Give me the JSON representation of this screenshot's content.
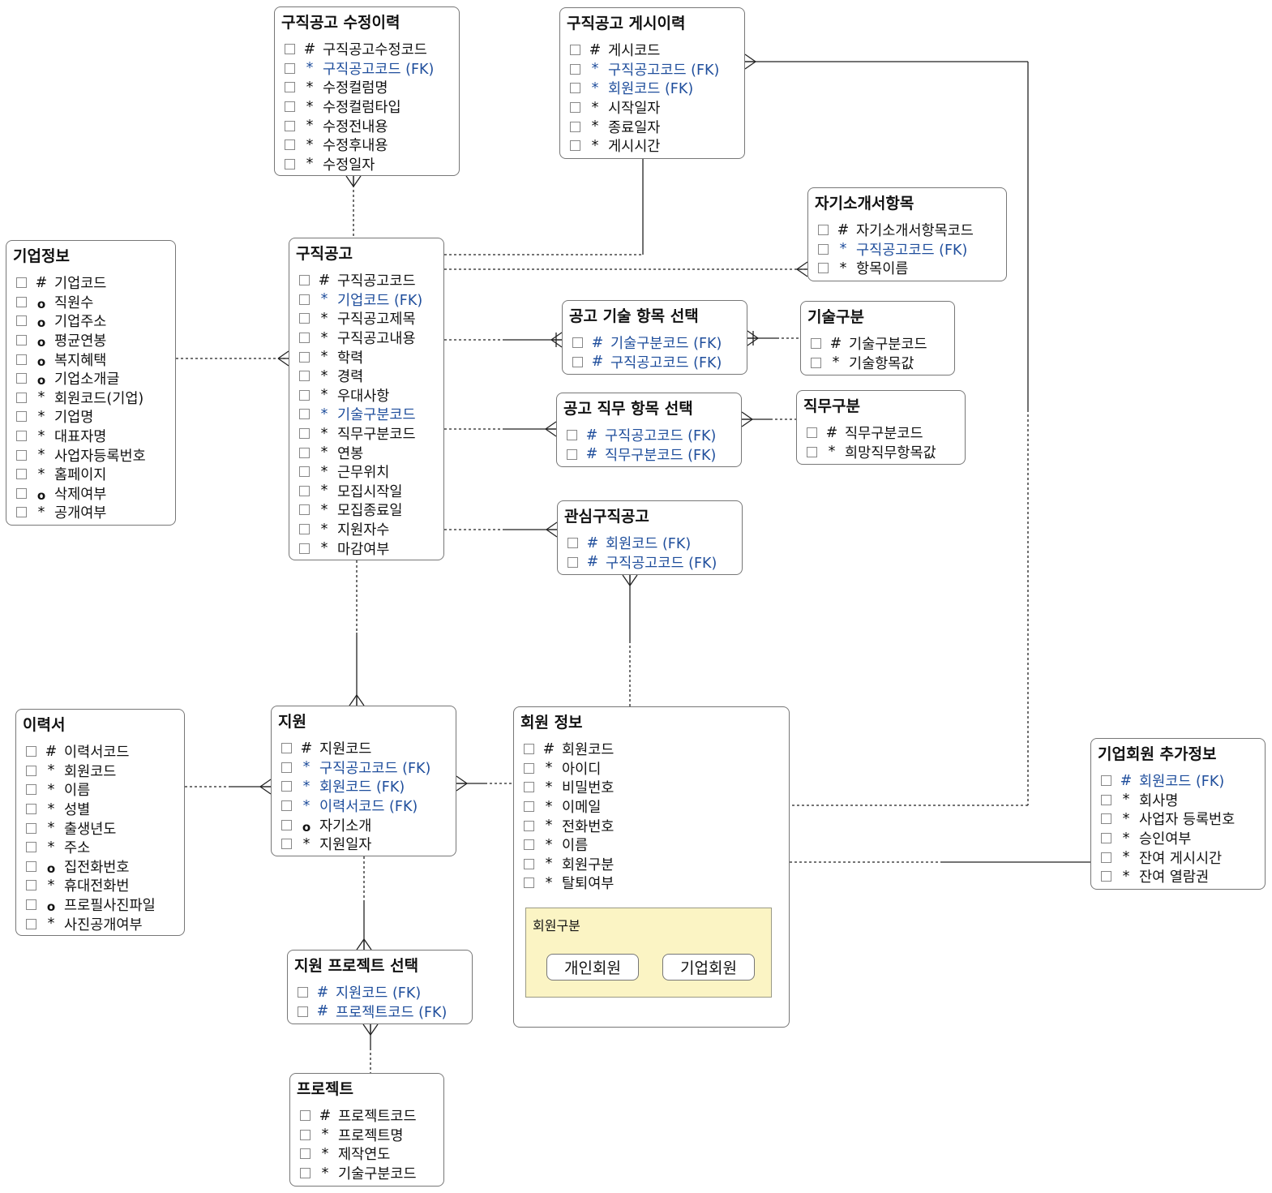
{
  "entities": {
    "modify_history": {
      "title": "구직공고 수정이력",
      "attrs": [
        {
          "mark": "#",
          "name": "구직공고수정코드",
          "fk": false
        },
        {
          "mark": "*",
          "name": "구직공고코드 (FK)",
          "fk": true
        },
        {
          "mark": "*",
          "name": "수정컬럼명",
          "fk": false
        },
        {
          "mark": "*",
          "name": "수정컬럼타입",
          "fk": false
        },
        {
          "mark": "*",
          "name": "수정전내용",
          "fk": false
        },
        {
          "mark": "*",
          "name": "수정후내용",
          "fk": false
        },
        {
          "mark": "*",
          "name": "수정일자",
          "fk": false
        }
      ]
    },
    "post_history": {
      "title": "구직공고 게시이력",
      "attrs": [
        {
          "mark": "#",
          "name": "게시코드",
          "fk": false
        },
        {
          "mark": "*",
          "name": "구직공고코드 (FK)",
          "fk": true
        },
        {
          "mark": "*",
          "name": "회원코드 (FK)",
          "fk": true
        },
        {
          "mark": "*",
          "name": "시작일자",
          "fk": false
        },
        {
          "mark": "*",
          "name": "종료일자",
          "fk": false
        },
        {
          "mark": "*",
          "name": "게시시간",
          "fk": false
        }
      ]
    },
    "self_intro_item": {
      "title": "자기소개서항목",
      "attrs": [
        {
          "mark": "#",
          "name": "자기소개서항목코드",
          "fk": false
        },
        {
          "mark": "*",
          "name": "구직공고코드 (FK)",
          "fk": true
        },
        {
          "mark": "*",
          "name": "항목이름",
          "fk": false
        }
      ]
    },
    "company_info": {
      "title": "기업정보",
      "attrs": [
        {
          "mark": "#",
          "name": "기업코드",
          "fk": false
        },
        {
          "mark": "o",
          "name": "직원수",
          "fk": false
        },
        {
          "mark": "o",
          "name": "기업주소",
          "fk": false
        },
        {
          "mark": "o",
          "name": "평균연봉",
          "fk": false
        },
        {
          "mark": "o",
          "name": "복지혜택",
          "fk": false
        },
        {
          "mark": "o",
          "name": "기업소개글",
          "fk": false
        },
        {
          "mark": "*",
          "name": "회원코드(기업)",
          "fk": false
        },
        {
          "mark": "*",
          "name": "기업명",
          "fk": false
        },
        {
          "mark": "*",
          "name": "대표자명",
          "fk": false
        },
        {
          "mark": "*",
          "name": "사업자등록번호",
          "fk": false
        },
        {
          "mark": "*",
          "name": "홈페이지",
          "fk": false
        },
        {
          "mark": "o",
          "name": "삭제여부",
          "fk": false
        },
        {
          "mark": "*",
          "name": "공개여부",
          "fk": false
        }
      ]
    },
    "job_posting": {
      "title": "구직공고",
      "attrs": [
        {
          "mark": "#",
          "name": "구직공고코드",
          "fk": false
        },
        {
          "mark": "*",
          "name": "기업코드 (FK)",
          "fk": true
        },
        {
          "mark": "*",
          "name": "구직공고제목",
          "fk": false
        },
        {
          "mark": "*",
          "name": "구직공고내용",
          "fk": false
        },
        {
          "mark": "*",
          "name": "학력",
          "fk": false
        },
        {
          "mark": "*",
          "name": "경력",
          "fk": false
        },
        {
          "mark": "*",
          "name": "우대사항",
          "fk": false
        },
        {
          "mark": "*",
          "name": "기술구분코드",
          "fk": true
        },
        {
          "mark": "*",
          "name": "직무구분코드",
          "fk": false
        },
        {
          "mark": "*",
          "name": "연봉",
          "fk": false
        },
        {
          "mark": "*",
          "name": "근무위치",
          "fk": false
        },
        {
          "mark": "*",
          "name": "모집시작일",
          "fk": false
        },
        {
          "mark": "*",
          "name": "모집종료일",
          "fk": false
        },
        {
          "mark": "*",
          "name": "지원자수",
          "fk": false
        },
        {
          "mark": "*",
          "name": "마감여부",
          "fk": false
        }
      ]
    },
    "posting_skill_select": {
      "title": "공고 기술 항목 선택",
      "attrs": [
        {
          "mark": "#",
          "name": "기술구분코드 (FK)",
          "fk": true
        },
        {
          "mark": "#",
          "name": "구직공고코드 (FK)",
          "fk": true
        }
      ]
    },
    "skill_category": {
      "title": "기술구분",
      "attrs": [
        {
          "mark": "#",
          "name": "기술구분코드",
          "fk": false
        },
        {
          "mark": "*",
          "name": "기술항목값",
          "fk": false
        }
      ]
    },
    "posting_job_select": {
      "title": "공고 직무 항목 선택",
      "attrs": [
        {
          "mark": "#",
          "name": "구직공고코드 (FK)",
          "fk": true
        },
        {
          "mark": "#",
          "name": "직무구분코드 (FK)",
          "fk": true
        }
      ]
    },
    "job_category": {
      "title": "직무구분",
      "attrs": [
        {
          "mark": "#",
          "name": "직무구분코드",
          "fk": false
        },
        {
          "mark": "*",
          "name": "희망직무항목값",
          "fk": false
        }
      ]
    },
    "interest_posting": {
      "title": "관심구직공고",
      "attrs": [
        {
          "mark": "#",
          "name": "회원코드 (FK)",
          "fk": true
        },
        {
          "mark": "#",
          "name": "구직공고코드 (FK)",
          "fk": true
        }
      ]
    },
    "resume": {
      "title": "이력서",
      "attrs": [
        {
          "mark": "#",
          "name": "이력서코드",
          "fk": false
        },
        {
          "mark": "*",
          "name": "회원코드",
          "fk": false
        },
        {
          "mark": "*",
          "name": "이름",
          "fk": false
        },
        {
          "mark": "*",
          "name": "성별",
          "fk": false
        },
        {
          "mark": "*",
          "name": "출생년도",
          "fk": false
        },
        {
          "mark": "*",
          "name": "주소",
          "fk": false
        },
        {
          "mark": "o",
          "name": "집전화번호",
          "fk": false
        },
        {
          "mark": "*",
          "name": "휴대전화번",
          "fk": false
        },
        {
          "mark": "o",
          "name": "프로필사진파일",
          "fk": false
        },
        {
          "mark": "*",
          "name": "사진공개여부",
          "fk": false
        }
      ]
    },
    "application": {
      "title": "지원",
      "attrs": [
        {
          "mark": "#",
          "name": "지원코드",
          "fk": false
        },
        {
          "mark": "*",
          "name": "구직공고코드 (FK)",
          "fk": true
        },
        {
          "mark": "*",
          "name": "회원코드 (FK)",
          "fk": true
        },
        {
          "mark": "*",
          "name": "이력서코드 (FK)",
          "fk": true
        },
        {
          "mark": "o",
          "name": "자기소개",
          "fk": false
        },
        {
          "mark": "*",
          "name": "지원일자",
          "fk": false
        }
      ]
    },
    "member_info": {
      "title": "회원 정보",
      "attrs": [
        {
          "mark": "#",
          "name": "회원코드",
          "fk": false
        },
        {
          "mark": "*",
          "name": "아이디",
          "fk": false
        },
        {
          "mark": "*",
          "name": "비밀번호",
          "fk": false
        },
        {
          "mark": "*",
          "name": "이메일",
          "fk": false
        },
        {
          "mark": "*",
          "name": "전화번호",
          "fk": false
        },
        {
          "mark": "*",
          "name": "이름",
          "fk": false
        },
        {
          "mark": "*",
          "name": "회원구분",
          "fk": false
        },
        {
          "mark": "*",
          "name": "탈퇴여부",
          "fk": false
        }
      ]
    },
    "corp_member_extra": {
      "title": "기업회원 추가정보",
      "attrs": [
        {
          "mark": "#",
          "name": "회원코드 (FK)",
          "fk": true
        },
        {
          "mark": "*",
          "name": "회사명",
          "fk": false
        },
        {
          "mark": "*",
          "name": "사업자 등록번호",
          "fk": false
        },
        {
          "mark": "*",
          "name": "승인여부",
          "fk": false
        },
        {
          "mark": "*",
          "name": "잔여 게시시간",
          "fk": false
        },
        {
          "mark": "*",
          "name": "잔여 열람권",
          "fk": false
        }
      ]
    },
    "application_project_select": {
      "title": "지원 프로젝트 선택",
      "attrs": [
        {
          "mark": "#",
          "name": "지원코드 (FK)",
          "fk": true
        },
        {
          "mark": "#",
          "name": "프로젝트코드 (FK)",
          "fk": true
        }
      ]
    },
    "project": {
      "title": "프로젝트",
      "attrs": [
        {
          "mark": "#",
          "name": "프로젝트코드",
          "fk": false
        },
        {
          "mark": "*",
          "name": "프로젝트명",
          "fk": false
        },
        {
          "mark": "*",
          "name": "제작연도",
          "fk": false
        },
        {
          "mark": "*",
          "name": "기술구분코드",
          "fk": false
        }
      ]
    }
  },
  "subtype": {
    "title": "회원구분",
    "options": [
      "개인회원",
      "기업회원"
    ]
  },
  "colors": {
    "fk_text": "#1f4e9c",
    "line": "#222222",
    "subtype_bg": "#fbf4c4"
  }
}
